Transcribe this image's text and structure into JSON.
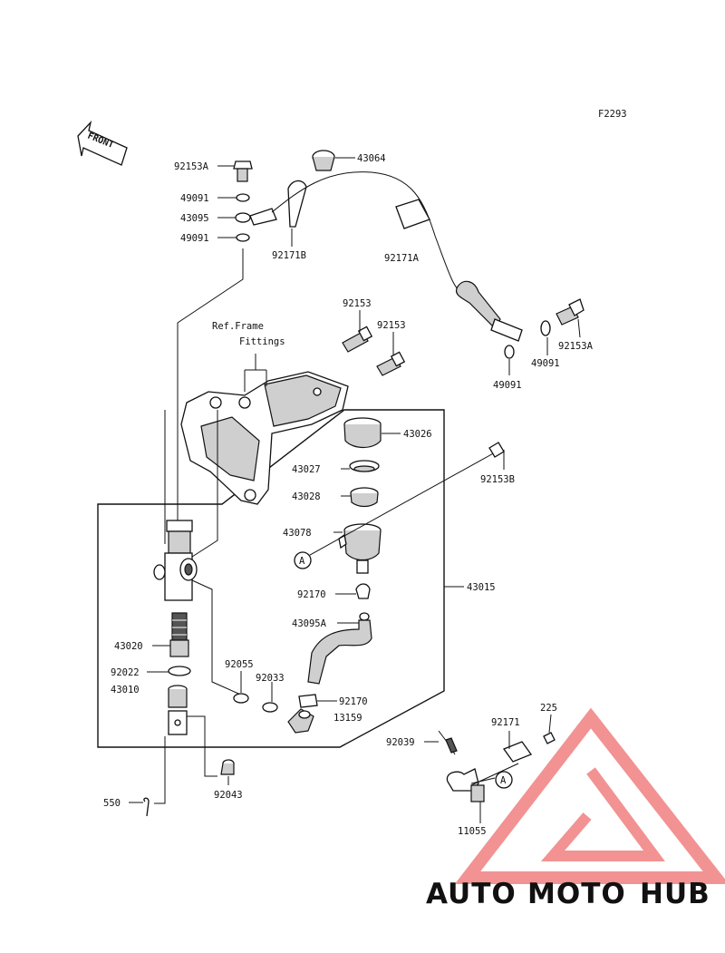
{
  "figure_code": "F2293",
  "front_label": "FRONT",
  "ref_note": {
    "line1": "Ref.Frame",
    "line2": "Fittings"
  },
  "parts": {
    "p92153A_top": "92153A",
    "p49091_a": "49091",
    "p43095": "43095",
    "p49091_b": "49091",
    "p43064": "43064",
    "p92171B": "92171B",
    "p92171A": "92171A",
    "p92153_a": "92153",
    "p92153_b": "92153",
    "p49091_c": "49091",
    "p92153A_right": "92153A",
    "p49091_d": "49091",
    "p43026": "43026",
    "p92153B": "92153B",
    "p43027": "43027",
    "p43028": "43028",
    "p43078": "43078",
    "p43015": "43015",
    "p92170_a": "92170",
    "p43095A": "43095A",
    "p43020": "43020",
    "p92055": "92055",
    "p92033": "92033",
    "p92022": "92022",
    "p43010": "43010",
    "p92170_b": "92170",
    "p13159": "13159",
    "p225": "225",
    "p92171": "92171",
    "p92039": "92039",
    "p92043": "92043",
    "p550": "550",
    "p11055": "11055"
  },
  "callout_A": "A",
  "watermark": {
    "part1": "AUTO",
    "part2": "MOTO",
    "part3": "HUB",
    "color1": "#f4b67a",
    "color2": "#f29a9a",
    "color3": "#9a9a9a",
    "logo_color": "#f08080"
  }
}
